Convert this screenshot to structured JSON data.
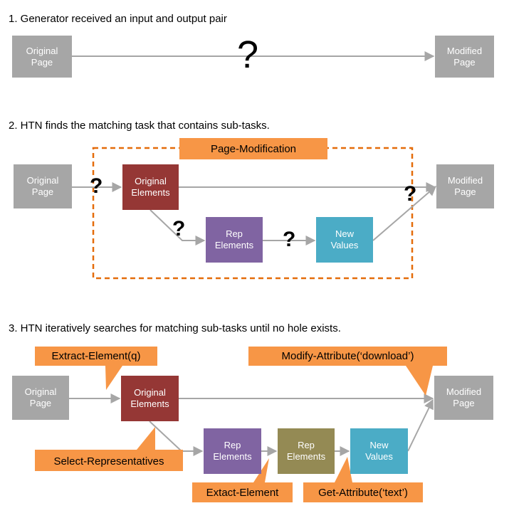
{
  "colors": {
    "gray_box": "#a6a6a6",
    "original_elements": "#953735",
    "rep_elements": "#8064a2",
    "new_values": "#4bacc6",
    "rep_elements_olive": "#948a54",
    "callout": "#f79646",
    "arrow": "#a6a6a6",
    "dashed_border": "#e46c0a"
  },
  "section1": {
    "heading": "1. Generator received an input and output pair",
    "original_page": "Original\nPage",
    "modified_page": "Modified\nPage",
    "question_mark": "?"
  },
  "section2": {
    "heading": "2. HTN finds the matching task that contains sub-tasks.",
    "task_label": "Page-Modification",
    "original_page": "Original\nPage",
    "original_elements": "Original\nElements",
    "rep_elements": "Rep\nElements",
    "new_values": "New\nValues",
    "modified_page": "Modified\nPage",
    "question_mark": "?"
  },
  "section3": {
    "heading": "3. HTN iteratively searches for matching sub-tasks until no hole exists.",
    "original_page": "Original\nPage",
    "original_elements": "Original\nElements",
    "rep_elements_1": "Rep\nElements",
    "rep_elements_2": "Rep\nElements",
    "new_values": "New\nValues",
    "modified_page": "Modified\nPage",
    "callouts": {
      "extract_element": "Extract-Element(q)",
      "modify_attribute": "Modify-Attribute(‘download’)",
      "select_representatives": "Select-Representatives",
      "exact_element": "Extact-Element",
      "get_attribute": "Get-Attribute(‘text’)"
    }
  }
}
